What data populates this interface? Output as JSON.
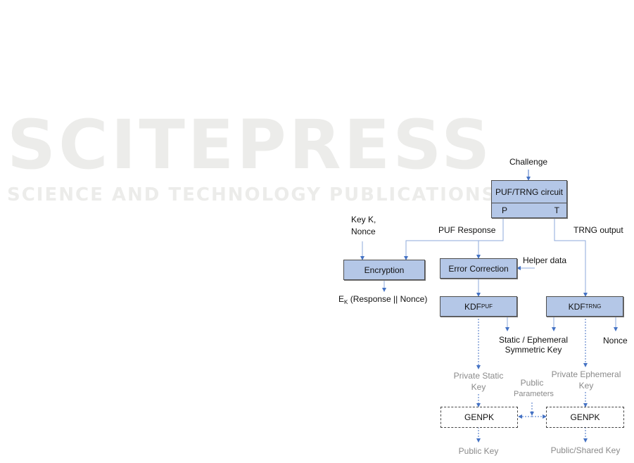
{
  "watermark": {
    "title": "SCITEPRESS",
    "subtitle": "SCIENCE AND TECHNOLOGY PUBLICATIONS"
  },
  "colors": {
    "box_fill": "#b4c7e7",
    "arrow": "#4472c4",
    "gray_text": "#8a8a8a"
  },
  "diagram": {
    "inputs": {
      "challenge": "Challenge",
      "key_nonce_line1": "Key K,",
      "key_nonce_line2": "Nonce",
      "helper_data": "Helper data",
      "public_parameters_line1": "Public",
      "public_parameters_line2": "Parameters"
    },
    "circuit": {
      "title": "PUF/TRNG circuit",
      "port_p": "P",
      "port_t": "T"
    },
    "edge_labels": {
      "puf_response": "PUF Response",
      "trng_output": "TRNG output"
    },
    "boxes": {
      "encryption": "Encryption",
      "error_correction": "Error Correction",
      "kdf_puf": "KDF",
      "kdf_puf_sub": "PUF",
      "kdf_trng": "KDF",
      "kdf_trng_sub": "TRNG",
      "genpk_left": "GENPK",
      "genpk_right": "GENPK"
    },
    "outputs": {
      "encrypted_main": "E",
      "encrypted_sub": "K",
      "encrypted_rest": " (Response || Nonce)",
      "symmetric_key_line1": "Static / Ephemeral",
      "symmetric_key_line2": "Symmetric Key",
      "nonce": "Nonce",
      "private_static_line1": "Private Static",
      "private_static_line2": "Key",
      "private_ephemeral_line1": "Private Ephemeral",
      "private_ephemeral_line2": "Key",
      "public_key": "Public Key",
      "public_shared_key": "Public/Shared Key"
    }
  }
}
